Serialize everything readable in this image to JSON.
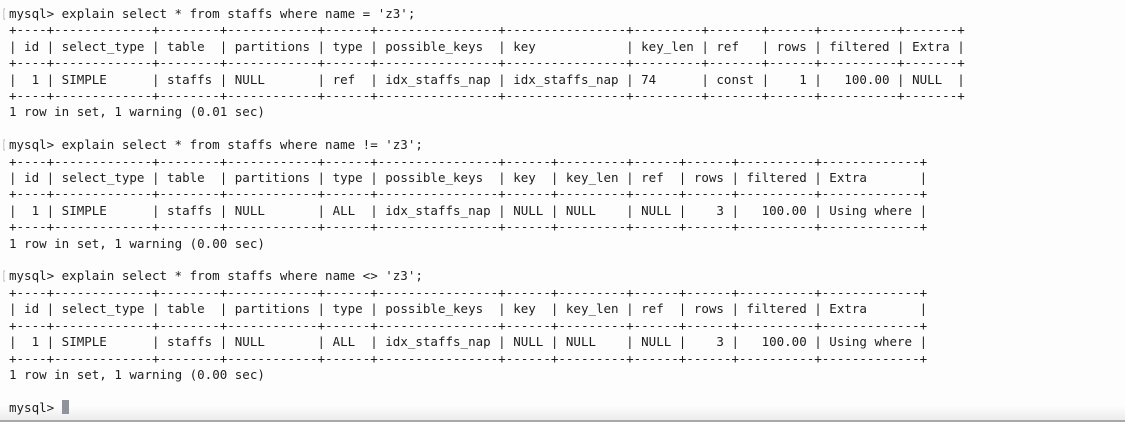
{
  "window": {
    "background_color": "#fdfdfd",
    "bottom_edge_color": "#a8a8a8"
  },
  "terminal": {
    "text_color": "#1d1d1f",
    "cursor_color": "#90949a",
    "prompt": "mysql>",
    "command_mark": "[",
    "blocks": [
      {
        "command": "explain select * from staffs where name = 'z3';",
        "output": [
          "+----+-------------+--------+------------+------+----------------+----------------+---------+-------+------+----------+-------+",
          "| id | select_type | table  | partitions | type | possible_keys  | key            | key_len | ref   | rows | filtered | Extra |",
          "+----+-------------+--------+------------+------+----------------+----------------+---------+-------+------+----------+-------+",
          "|  1 | SIMPLE      | staffs | NULL       | ref  | idx_staffs_nap | idx_staffs_nap | 74      | const |    1 |   100.00 | NULL  |",
          "+----+-------------+--------+------------+------+----------------+----------------+---------+-------+------+----------+-------+"
        ],
        "status": "1 row in set, 1 warning (0.01 sec)",
        "result_table": {
          "headers": [
            "id",
            "select_type",
            "table",
            "partitions",
            "type",
            "possible_keys",
            "key",
            "key_len",
            "ref",
            "rows",
            "filtered",
            "Extra"
          ],
          "rows": [
            [
              "1",
              "SIMPLE",
              "staffs",
              "NULL",
              "ref",
              "idx_staffs_nap",
              "idx_staffs_nap",
              "74",
              "const",
              "1",
              "100.00",
              "NULL"
            ]
          ]
        }
      },
      {
        "command": "explain select * from staffs where name != 'z3';",
        "output": [
          "+----+-------------+--------+------------+------+----------------+------+---------+------+------+----------+-------------+",
          "| id | select_type | table  | partitions | type | possible_keys  | key  | key_len | ref  | rows | filtered | Extra       |",
          "+----+-------------+--------+------------+------+----------------+------+---------+------+------+----------+-------------+",
          "|  1 | SIMPLE      | staffs | NULL       | ALL  | idx_staffs_nap | NULL | NULL    | NULL |    3 |   100.00 | Using where |",
          "+----+-------------+--------+------------+------+----------------+------+---------+------+------+----------+-------------+"
        ],
        "status": "1 row in set, 1 warning (0.00 sec)",
        "result_table": {
          "headers": [
            "id",
            "select_type",
            "table",
            "partitions",
            "type",
            "possible_keys",
            "key",
            "key_len",
            "ref",
            "rows",
            "filtered",
            "Extra"
          ],
          "rows": [
            [
              "1",
              "SIMPLE",
              "staffs",
              "NULL",
              "ALL",
              "idx_staffs_nap",
              "NULL",
              "NULL",
              "NULL",
              "3",
              "100.00",
              "Using where"
            ]
          ]
        }
      },
      {
        "command": "explain select * from staffs where name <> 'z3';",
        "output": [
          "+----+-------------+--------+------------+------+----------------+------+---------+------+------+----------+-------------+",
          "| id | select_type | table  | partitions | type | possible_keys  | key  | key_len | ref  | rows | filtered | Extra       |",
          "+----+-------------+--------+------------+------+----------------+------+---------+------+------+----------+-------------+",
          "|  1 | SIMPLE      | staffs | NULL       | ALL  | idx_staffs_nap | NULL | NULL    | NULL |    3 |   100.00 | Using where |",
          "+----+-------------+--------+------------+------+----------------+------+---------+------+------+----------+-------------+"
        ],
        "status": "1 row in set, 1 warning (0.00 sec)",
        "result_table": {
          "headers": [
            "id",
            "select_type",
            "table",
            "partitions",
            "type",
            "possible_keys",
            "key",
            "key_len",
            "ref",
            "rows",
            "filtered",
            "Extra"
          ],
          "rows": [
            [
              "1",
              "SIMPLE",
              "staffs",
              "NULL",
              "ALL",
              "idx_staffs_nap",
              "NULL",
              "NULL",
              "NULL",
              "3",
              "100.00",
              "Using where"
            ]
          ]
        }
      }
    ]
  }
}
